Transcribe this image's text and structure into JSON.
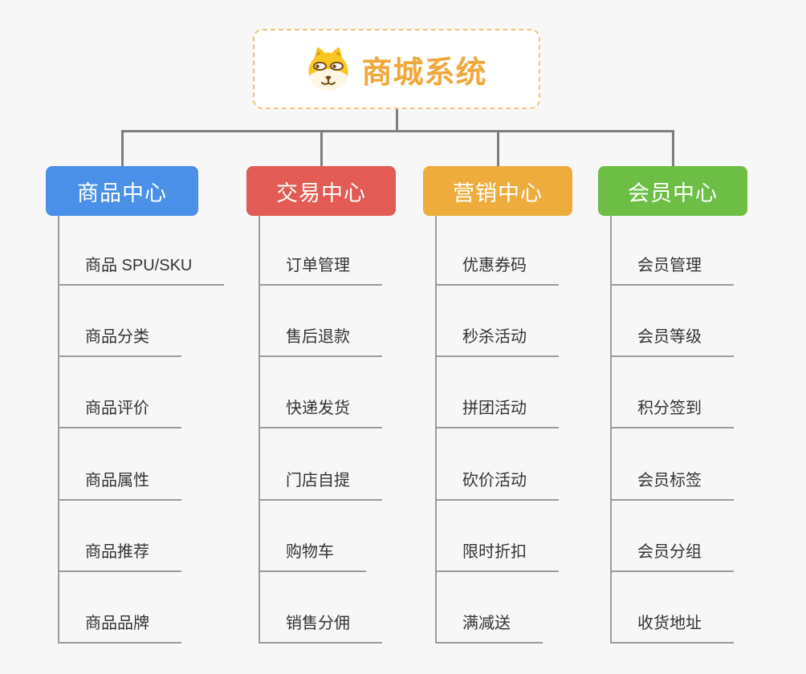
{
  "root": {
    "title": "商城系统",
    "icon": "dog-icon"
  },
  "branches": [
    {
      "label": "商品中心",
      "color": "#4a90e8",
      "items": [
        "商品 SPU/SKU",
        "商品分类",
        "商品评价",
        "商品属性",
        "商品推荐",
        "商品品牌"
      ]
    },
    {
      "label": "交易中心",
      "color": "#e25b55",
      "items": [
        "订单管理",
        "售后退款",
        "快递发货",
        "门店自提",
        "购物车",
        "销售分佣"
      ]
    },
    {
      "label": "营销中心",
      "color": "#edac3c",
      "items": [
        "优惠券码",
        "秒杀活动",
        "拼团活动",
        "砍价活动",
        "限时折扣",
        "满减送"
      ]
    },
    {
      "label": "会员中心",
      "color": "#6cbe44",
      "items": [
        "会员管理",
        "会员等级",
        "积分签到",
        "会员标签",
        "会员分组",
        "收货地址"
      ]
    }
  ],
  "colors": {
    "background": "#f7f7f7",
    "connector": "#7e7e7e",
    "leaf_line": "#9b9b9b",
    "leaf_text": "#333333",
    "root_border": "#f2c57d",
    "root_title": "#f0a83e"
  }
}
